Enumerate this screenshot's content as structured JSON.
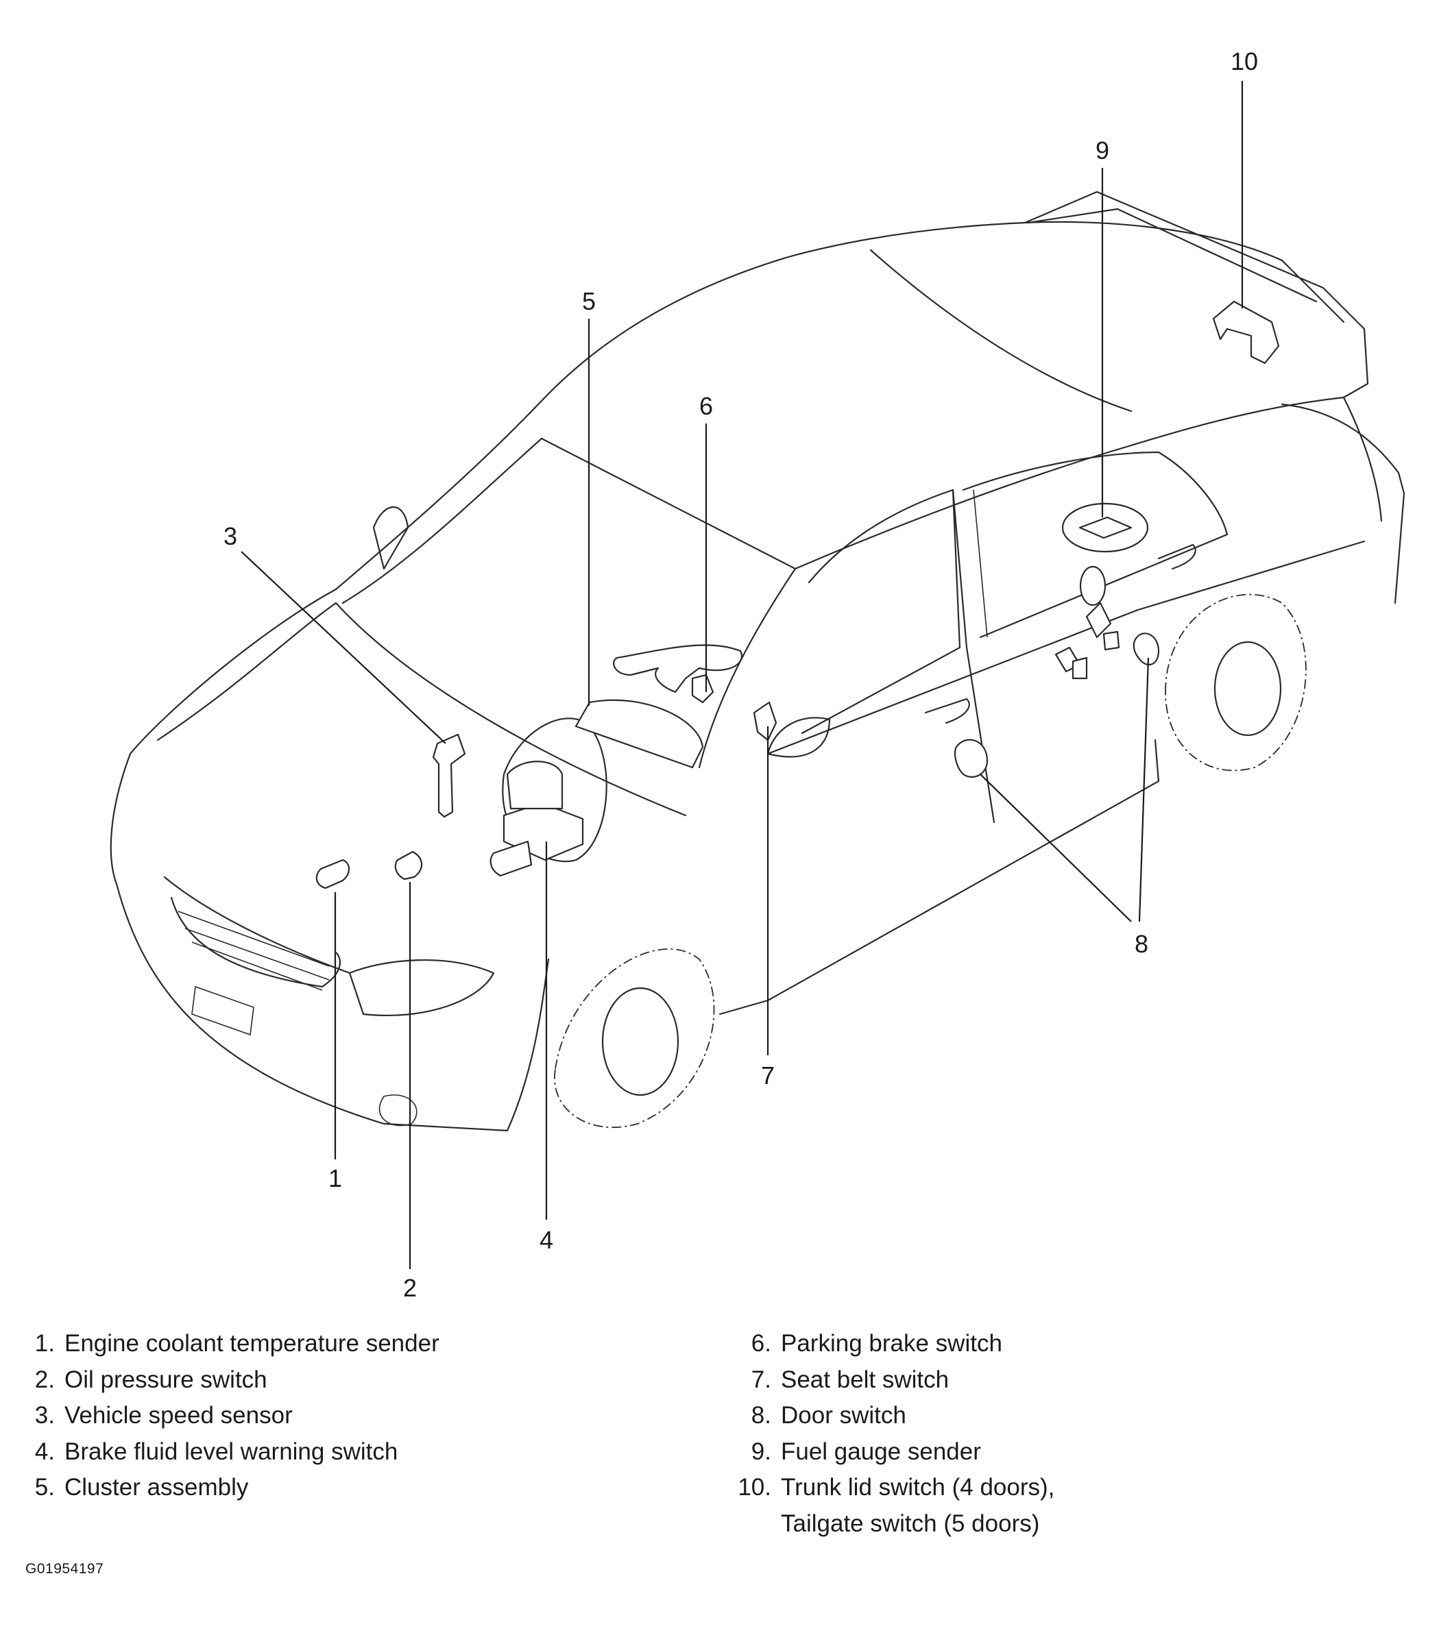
{
  "diagram": {
    "callouts": [
      "1",
      "2",
      "3",
      "4",
      "5",
      "6",
      "7",
      "8",
      "9",
      "10"
    ]
  },
  "legend": {
    "left": [
      {
        "num": "1.",
        "label": "Engine coolant temperature sender"
      },
      {
        "num": "2.",
        "label": "Oil pressure switch"
      },
      {
        "num": "3.",
        "label": "Vehicle speed sensor"
      },
      {
        "num": "4.",
        "label": "Brake fluid level warning switch"
      },
      {
        "num": "5.",
        "label": "Cluster assembly"
      }
    ],
    "right": [
      {
        "num": "6.",
        "label": "Parking brake switch"
      },
      {
        "num": "7.",
        "label": "Seat belt switch"
      },
      {
        "num": "8.",
        "label": "Door switch"
      },
      {
        "num": "9.",
        "label": "Fuel gauge sender"
      },
      {
        "num": "10.",
        "label": "Trunk lid switch (4 doors),"
      }
    ],
    "continuation": "Tailgate switch (5 doors)"
  },
  "figure_code": "G01954197"
}
